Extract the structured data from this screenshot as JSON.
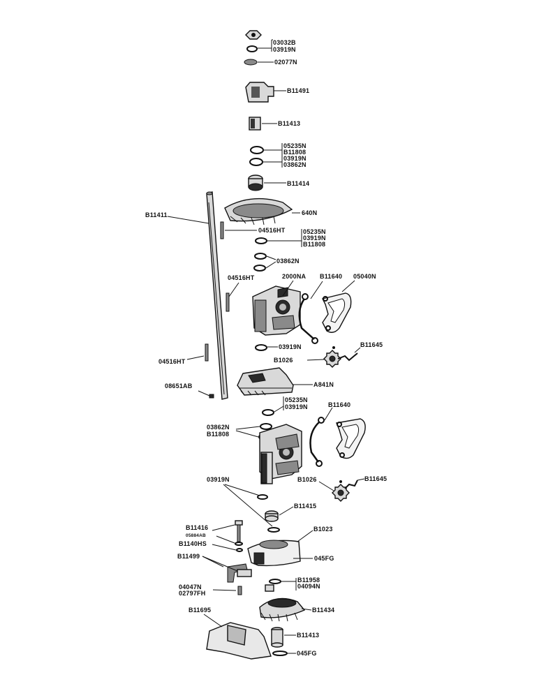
{
  "labels": {
    "l_03032b": "03032B",
    "l_03919n_a": "03919N",
    "l_02077n": "02077N",
    "l_b11491": "B11491",
    "l_b11413_a": "B11413",
    "l_05235n_a": "05235N",
    "l_b11808_a": "B11808",
    "l_03919n_b": "03919N",
    "l_03862n_a": "03862N",
    "l_b11414": "B11414",
    "l_b11411": "B11411",
    "l_640n": "640N",
    "l_04516ht_a": "04516HT",
    "l_05235n_b": "05235N",
    "l_03919n_c": "03919N",
    "l_b11808_b": "B11808",
    "l_03862n_b": "03862N",
    "l_04516ht_b": "04516HT",
    "l_2000na": "2000NA",
    "l_b11640_a": "B11640",
    "l_05040n": "05040N",
    "l_03919n_d": "03919N",
    "l_b11645_a": "B11645",
    "l_04516ht_c": "04516HT",
    "l_b1026_a": "B1026",
    "l_08651ab": "08651AB",
    "l_a841n": "A841N",
    "l_05235n_c": "05235N",
    "l_03919n_e": "03919N",
    "l_b11640_b": "B11640",
    "l_03862n_c": "03862N",
    "l_b11808_c": "B11808",
    "l_b1026_b": "B1026",
    "l_b11645_b": "B11645",
    "l_03919n_f": "03919N",
    "l_b11415": "B11415",
    "l_b11416": "B11416",
    "l_05884ab": "05884AB",
    "l_b1140hs": "B1140HS",
    "l_b1023": "B1023",
    "l_b11499": "B11499",
    "l_045fg_a": "045FG",
    "l_b11958": "B11958",
    "l_04094n": "04094N",
    "l_04047n": "04047N",
    "l_02797fh": "02797FH",
    "l_b11434": "B11434",
    "l_b11695": "B11695",
    "l_b11413_b": "B11413",
    "l_045fg_b": "045FG"
  }
}
